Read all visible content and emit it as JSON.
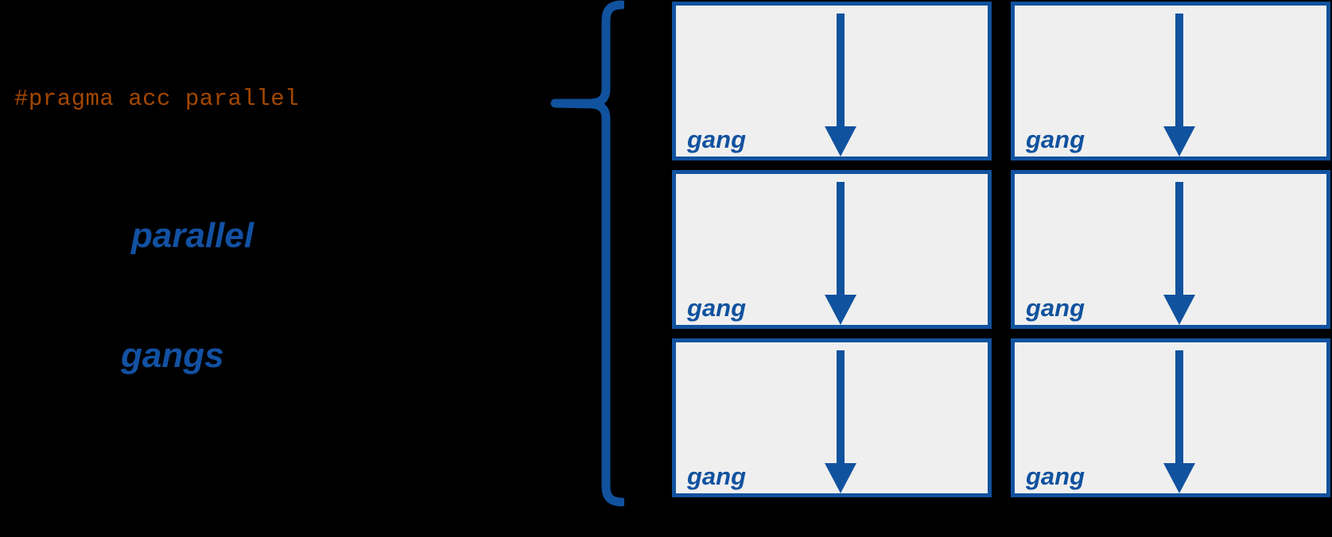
{
  "diagram": {
    "title_code": "#pragma acc parallel",
    "labels": {
      "parallel": "parallel",
      "gangs": "gangs"
    },
    "colors": {
      "background": "#000000",
      "code_orange": "#A34700",
      "accent_blue": "#11529F",
      "label_blue": "#1251A3",
      "box_fill": "#EFEFEF"
    },
    "brace": {
      "name": "left-curly-brace",
      "orientation": "opens-right"
    },
    "grid": {
      "columns": 2,
      "rows": 3,
      "cells": [
        {
          "label": "gang",
          "arrow": "down-arrow"
        },
        {
          "label": "gang",
          "arrow": "down-arrow"
        },
        {
          "label": "gang",
          "arrow": "down-arrow"
        },
        {
          "label": "gang",
          "arrow": "down-arrow"
        },
        {
          "label": "gang",
          "arrow": "down-arrow"
        },
        {
          "label": "gang",
          "arrow": "down-arrow"
        }
      ]
    }
  }
}
